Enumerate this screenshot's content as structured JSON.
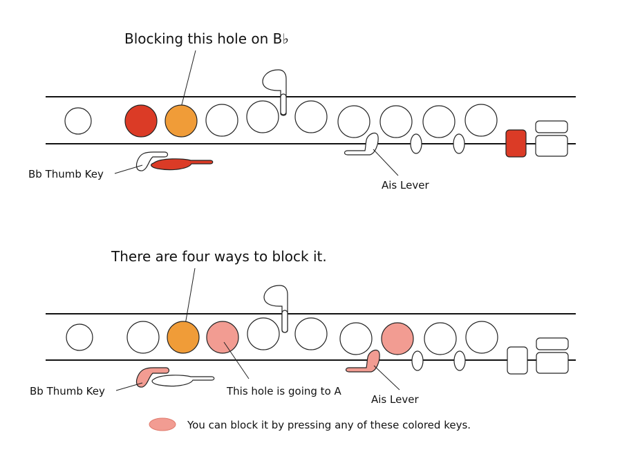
{
  "colors": {
    "bb_hole": "#db3b26",
    "target_hole": "#f09c38",
    "alt_key": "#f29c92",
    "open": "#ffffff",
    "line": "#111111"
  },
  "top": {
    "title": "Blocking this hole on B♭",
    "thumb_label": "Bb Thumb Key",
    "ais_label": "Ais Lever",
    "holes": [
      "open",
      "bb_hole",
      "target_hole",
      "open",
      "open",
      "open",
      "open",
      "open",
      "open",
      "open"
    ],
    "thumb_lower": "bb_hole",
    "thumb_upper": "open",
    "ais_lever": "open",
    "right_key": "bb_hole"
  },
  "bottom": {
    "title": "There are four ways to block it.",
    "thumb_label": "Bb Thumb Key",
    "hole_label": "This hole is going to A",
    "ais_label": "Ais Lever",
    "holes": [
      "open",
      "open",
      "target_hole",
      "alt_key",
      "open",
      "open",
      "open",
      "alt_key",
      "open",
      "open"
    ],
    "thumb_lower": "open",
    "thumb_upper": "alt_key",
    "ais_lever": "alt_key",
    "right_key": "open"
  },
  "legend": {
    "text": "You can block it by pressing any of these colored keys.",
    "color": "alt_key"
  }
}
